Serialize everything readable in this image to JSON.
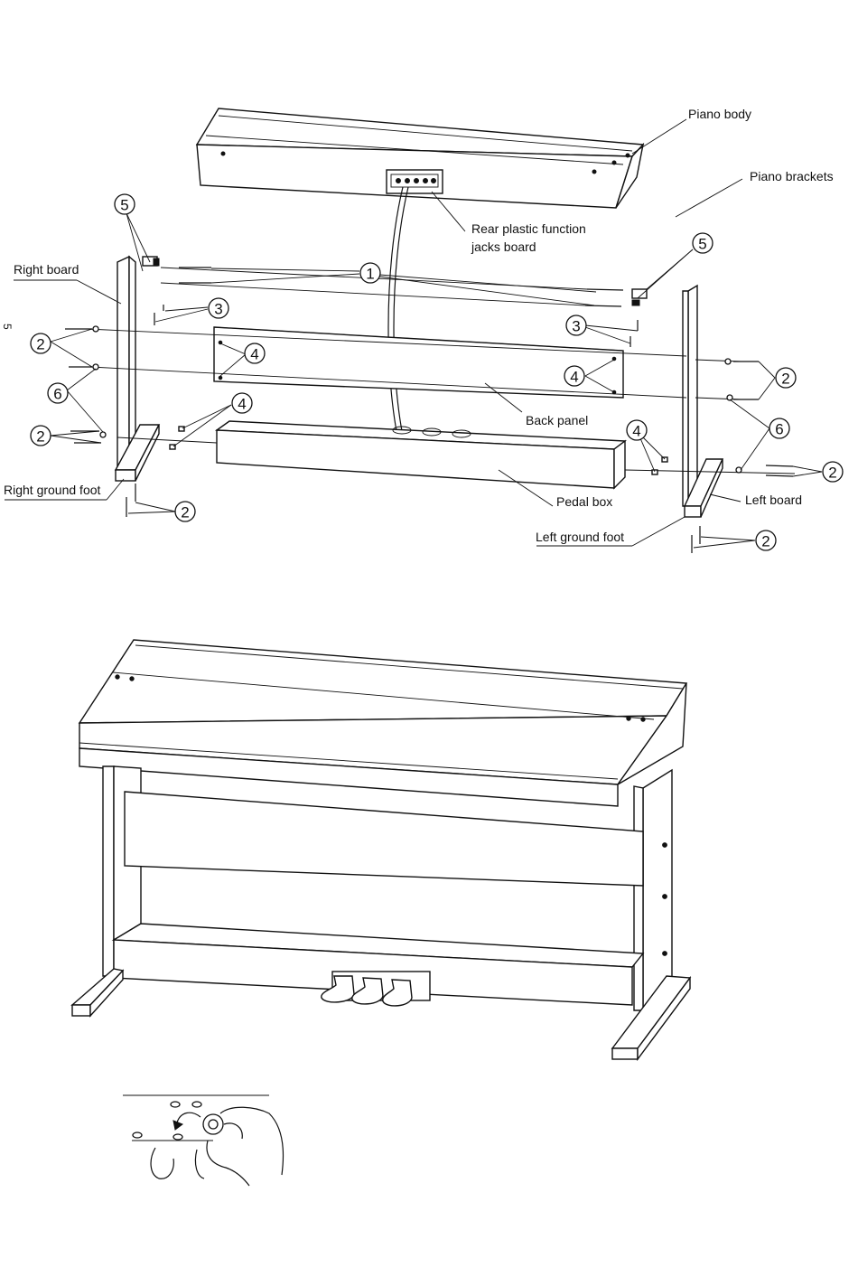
{
  "page_number": "5",
  "labels": {
    "piano_body": "Piano body",
    "piano_brackets": "Piano brackets",
    "rear_jacks_line1": "Rear plastic function",
    "rear_jacks_line2": "jacks board",
    "right_board": "Right board",
    "back_panel": "Back panel",
    "right_ground_foot": "Right ground foot",
    "pedal_box": "Pedal box",
    "left_board": "Left board",
    "left_ground_foot": "Left ground foot"
  },
  "callouts": [
    "1",
    "2",
    "3",
    "4",
    "5",
    "6"
  ]
}
